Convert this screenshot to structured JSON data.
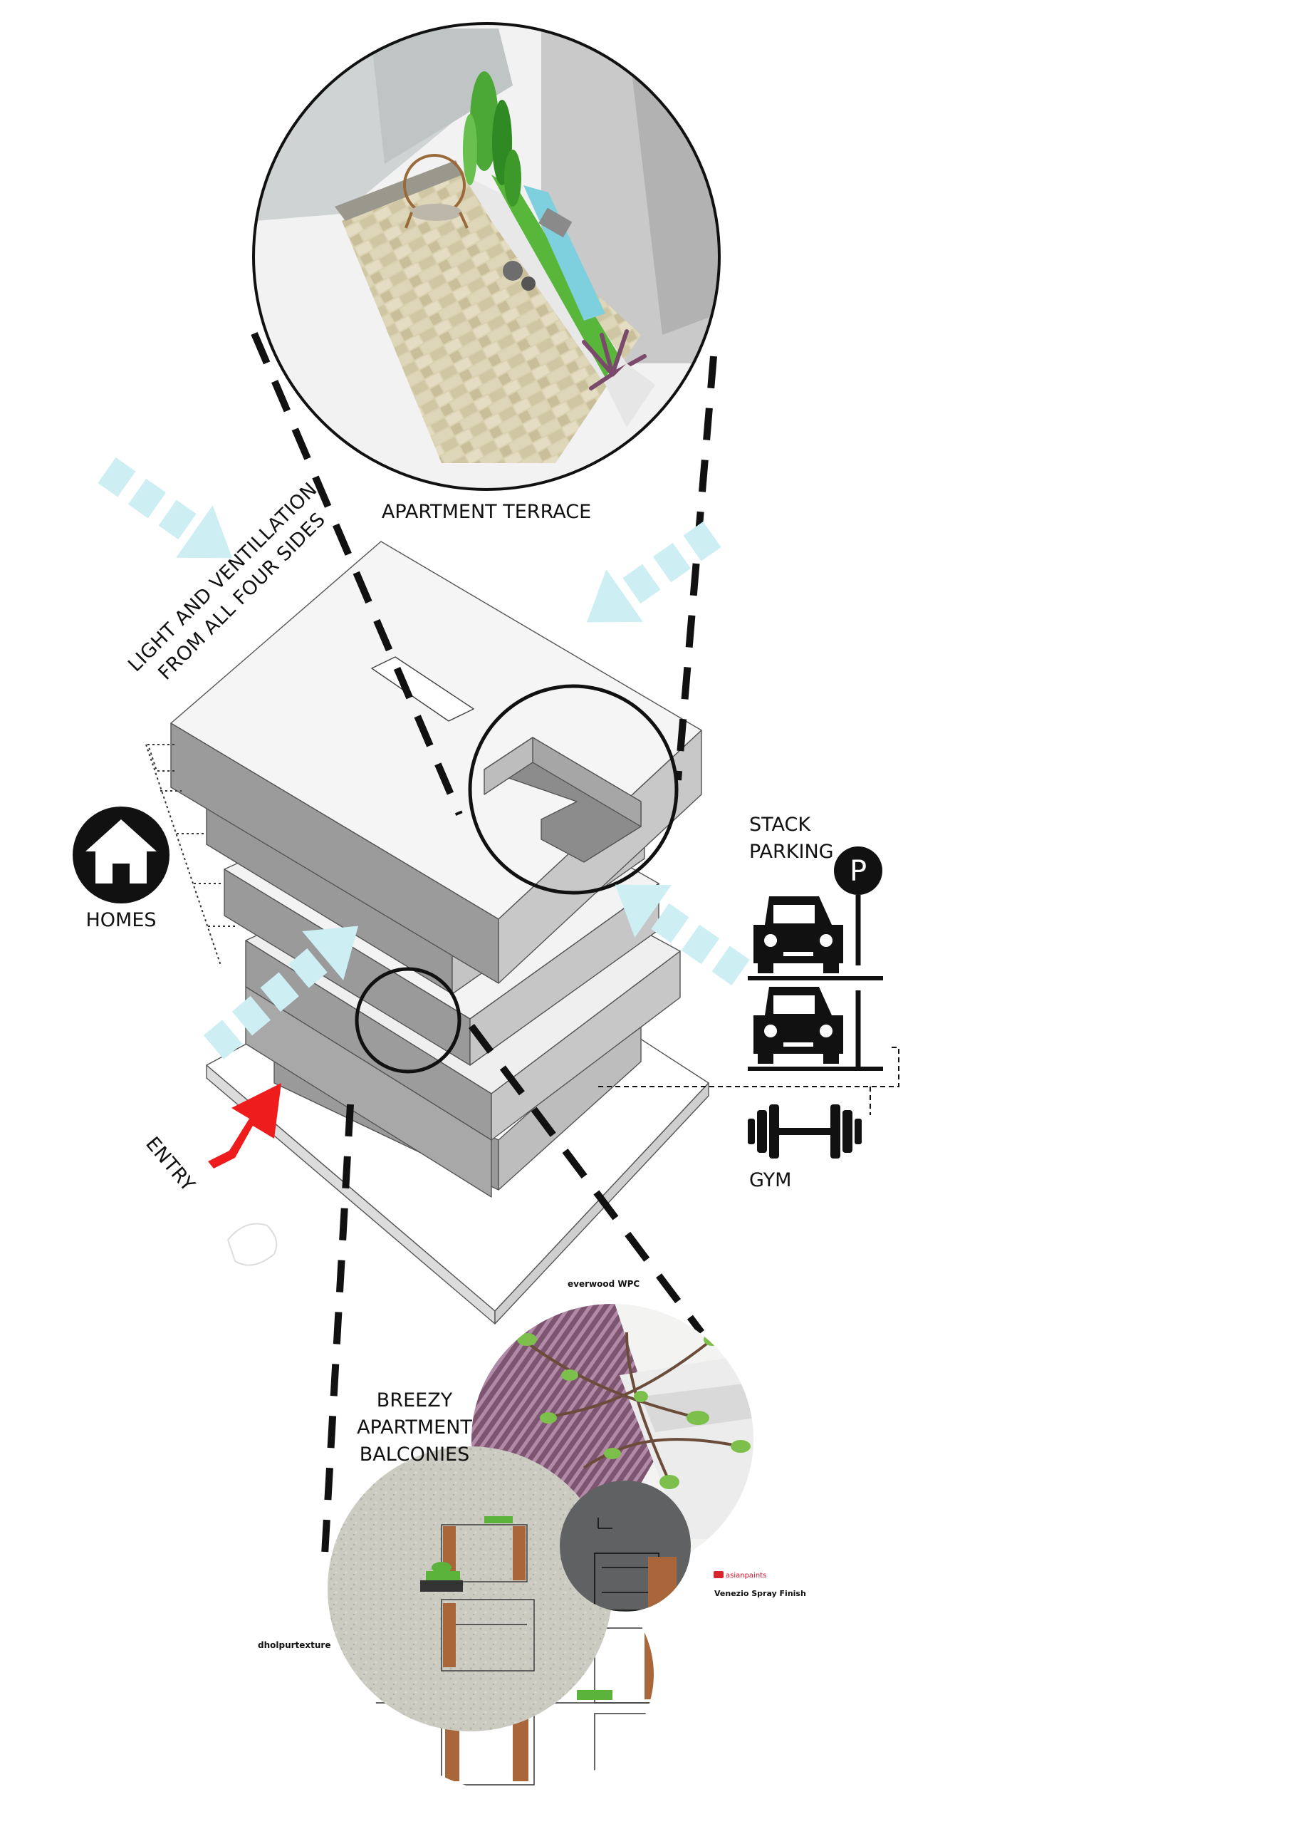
{
  "labels": {
    "apartment_terrace": "APARTMENT TERRACE",
    "light_line1": "LIGHT AND VENTILLATION",
    "light_line2": "FROM ALL FOUR SIDES",
    "homes": "HOMES",
    "stack_line1": "STACK",
    "stack_line2": "PARKING",
    "gym": "GYM",
    "entry": "ENTRY",
    "breezy_line1": "BREEZY",
    "breezy_line2": "APARTMENT",
    "breezy_line3": "BALCONIES",
    "parking_sign": "P"
  },
  "materials": {
    "wood": "everwood WPC",
    "stone": "dholpurtexture",
    "paint_brand": "asianpaints",
    "paint_finish": "Venezio Spray Finish"
  },
  "icons": [
    "home-icon",
    "parking-sign-icon",
    "car-icon",
    "dumbbell-icon",
    "entry-arrow-icon",
    "airflow-arrow-icon"
  ],
  "colors": {
    "airflow": "#cdeff4",
    "entry_arrow": "#ee1c1c",
    "building_face": "#f3f3f3",
    "building_side": "#9a9a9a",
    "terrace_tile": "#d8cfae",
    "planter_green": "#4dbb2e",
    "wpc_purple": "#8a5f7d",
    "stone_grey": "#cfcfc7",
    "spray_grey": "#5f6163",
    "ink": "#111111"
  }
}
